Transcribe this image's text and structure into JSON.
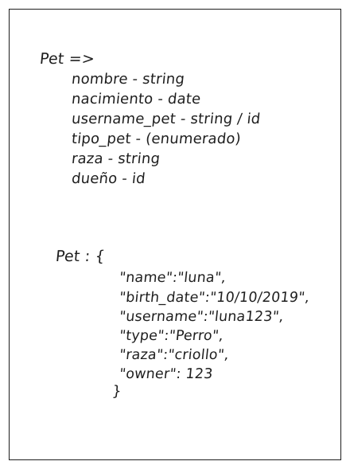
{
  "schema": {
    "title": "Pet =>",
    "fields": [
      "nombre - string",
      "nacimiento - date",
      "username_pet - string / id",
      "tipo_pet - (enumerado)",
      "raza - string",
      "dueño - id"
    ]
  },
  "example": {
    "title": "Pet : {",
    "lines": [
      "\"name\":\"luna\",",
      "\"birth_date\":\"10/10/2019\",",
      "\"username\":\"luna123\",",
      "\"type\":\"Perro\",",
      "\"raza\":\"criollo\",",
      "\"owner\": 123"
    ],
    "close": "}"
  }
}
